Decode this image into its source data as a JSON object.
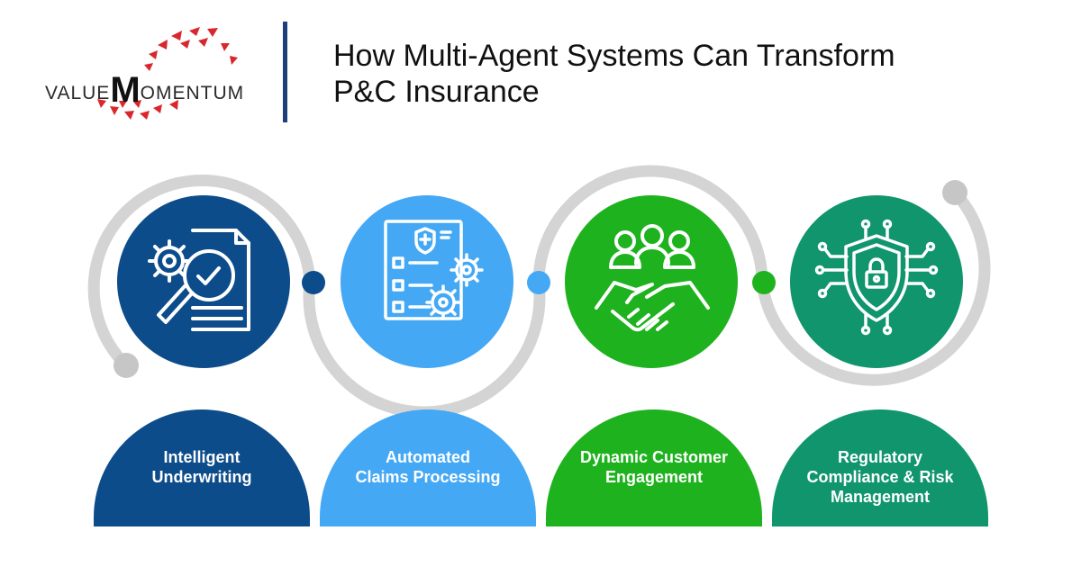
{
  "logo": {
    "pre": "VALUE",
    "initial": "M",
    "post": "OMENTUM"
  },
  "title": {
    "line1": "How Multi-Agent Systems Can Transform",
    "line2": "P&C Insurance"
  },
  "colors": {
    "navy": "#0d4c8a",
    "sky": "#44a8f5",
    "green": "#1fb21f",
    "teal": "#10956c",
    "ring": "#d4d4d4",
    "logo_red": "#d9272e",
    "divider": "#1d3f7a"
  },
  "steps": [
    {
      "icon": "underwriting-magnifier-gear-icon",
      "lines": [
        "Intelligent",
        "Underwriting"
      ]
    },
    {
      "icon": "claims-checklist-gears-icon",
      "lines": [
        "Automated",
        "Claims Processing"
      ]
    },
    {
      "icon": "customer-handshake-group-icon",
      "lines": [
        "Dynamic Customer",
        "Engagement"
      ]
    },
    {
      "icon": "compliance-shield-lock-icon",
      "lines": [
        "Regulatory",
        "Compliance & Risk",
        "Management"
      ]
    }
  ]
}
